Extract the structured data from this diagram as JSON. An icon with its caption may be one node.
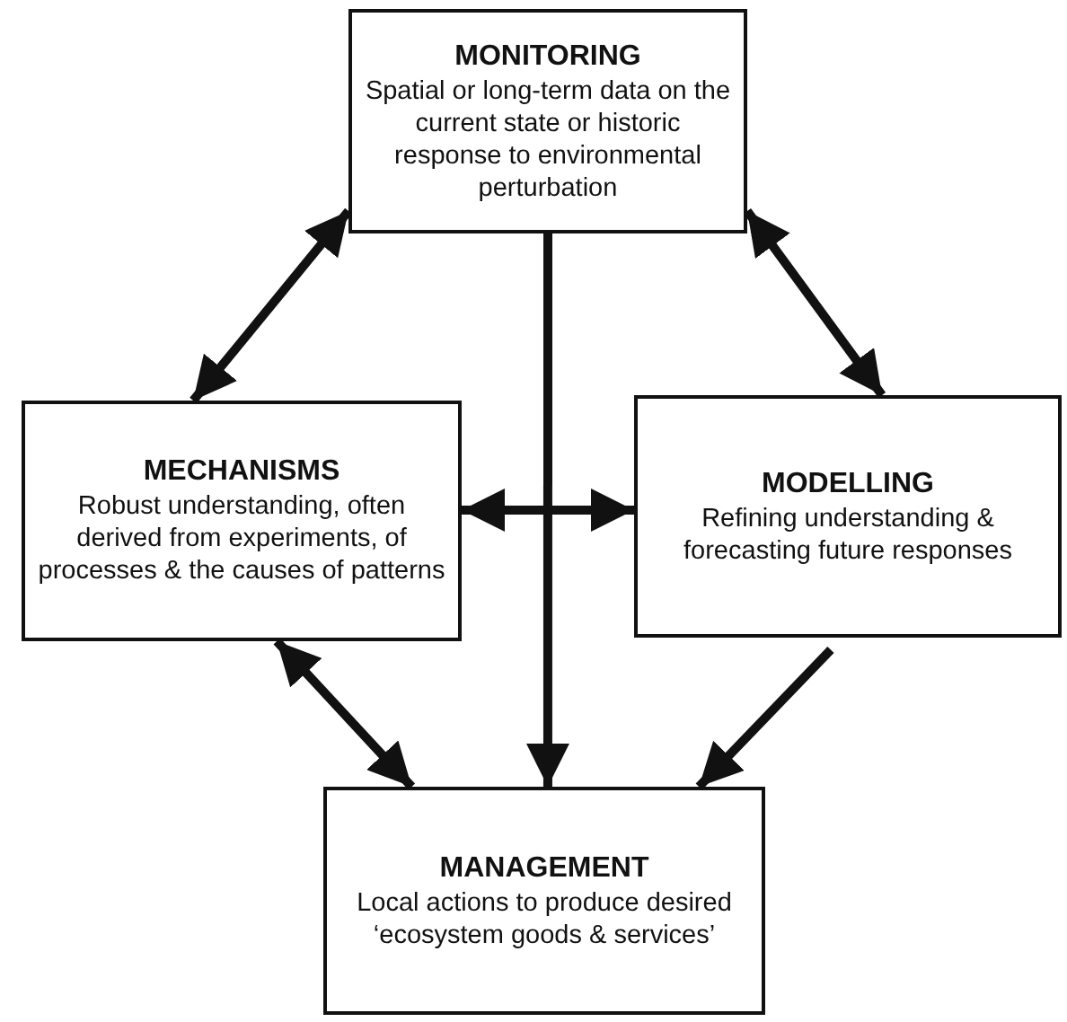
{
  "diagram": {
    "nodes": [
      {
        "text": [
          "MONITORING",
          "Spatial or long-term data on the current state or historic response to environmental perturbation"
        ]
      },
      {
        "text": [
          "MECHANISMS",
          "Robust understanding, often derived from experiments, of processes & the causes of patterns"
        ]
      },
      {
        "text": [
          "MODELLING",
          "Refining understanding & forecasting future responses"
        ]
      },
      {
        "text": [
          "MANAGEMENT",
          "Local actions to produce desired ‘ecosystem goods & services’"
        ]
      }
    ],
    "edges": [
      {
        "from": 0,
        "to": 1,
        "arrow": "both"
      },
      {
        "from": 0,
        "to": 2,
        "arrow": "both"
      },
      {
        "from": 0,
        "to": 3,
        "arrow": "to"
      },
      {
        "from": 1,
        "to": 2,
        "arrow": "both"
      },
      {
        "from": 1,
        "to": 3,
        "arrow": "both"
      },
      {
        "from": 2,
        "to": 3,
        "arrow": "to"
      }
    ]
  }
}
